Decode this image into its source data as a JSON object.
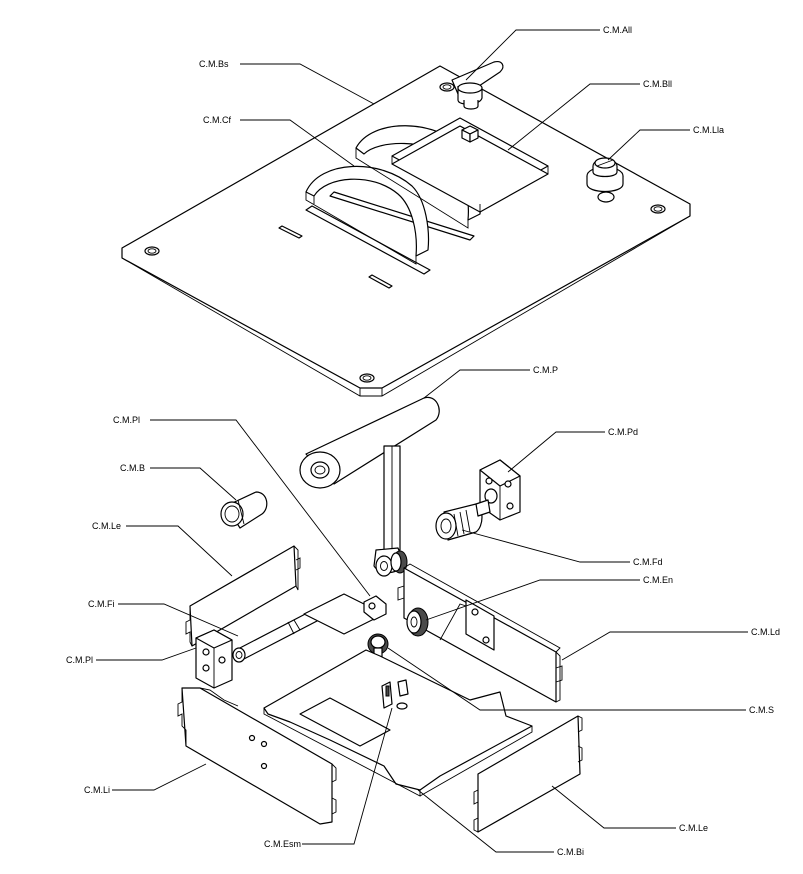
{
  "labels": {
    "c_m_all": "C.M.All",
    "c_m_bs": "C.M.Bs",
    "c_m_bll": "C.M.Bll",
    "c_m_cf": "C.M.Cf",
    "c_m_lla": "C.M.Lla",
    "c_m_p": "C.M.P",
    "c_m_pl_top": "C.M.Pl",
    "c_m_pd": "C.M.Pd",
    "c_m_b": "C.M.B",
    "c_m_le_top": "C.M.Le",
    "c_m_fd": "C.M.Fd",
    "c_m_en": "C.M.En",
    "c_m_fi": "C.M.Fi",
    "c_m_ld": "C.M.Ld",
    "c_m_pl_bottom": "C.M.Pl",
    "c_m_s": "C.M.S",
    "c_m_li": "C.M.Li",
    "c_m_le_bottom": "C.M.Le",
    "c_m_esm": "C.M.Esm",
    "c_m_bi": "C.M.Bi"
  }
}
